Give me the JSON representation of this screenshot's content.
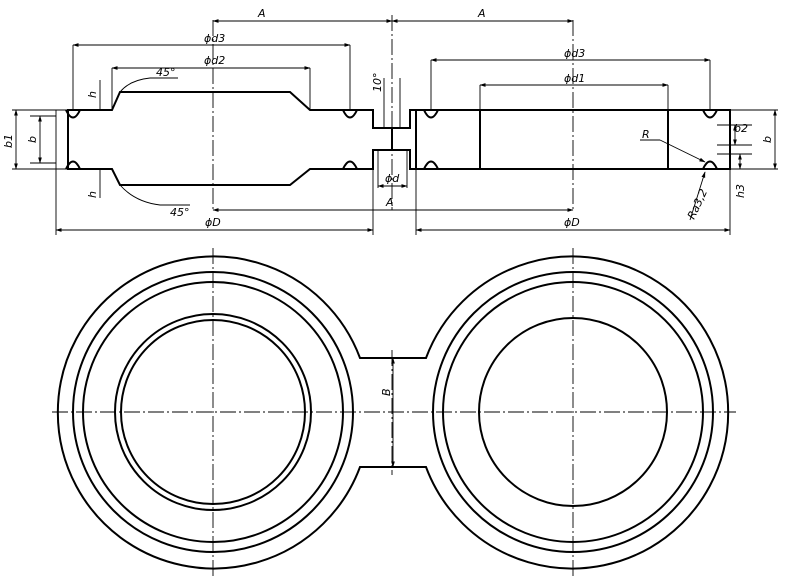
{
  "labels": {
    "A_top_left": "A",
    "A_top_right": "A",
    "A_bottom": "A",
    "d3_left": "ϕd3",
    "d3_right": "ϕd3",
    "d2": "ϕd2",
    "d1": "ϕd1",
    "D_left": "ϕD",
    "D_right": "ϕD",
    "d_small": "ϕd",
    "angle_top": "45°",
    "angle_bottom": "45°",
    "angle_10": "10°",
    "h_top": "h",
    "h_bottom": "h",
    "b1": "b1",
    "b_left": "b",
    "b_right": "b",
    "b2": "b2",
    "h3": "h3",
    "R": "R",
    "Ra": "Ra3,2",
    "B": "B"
  }
}
